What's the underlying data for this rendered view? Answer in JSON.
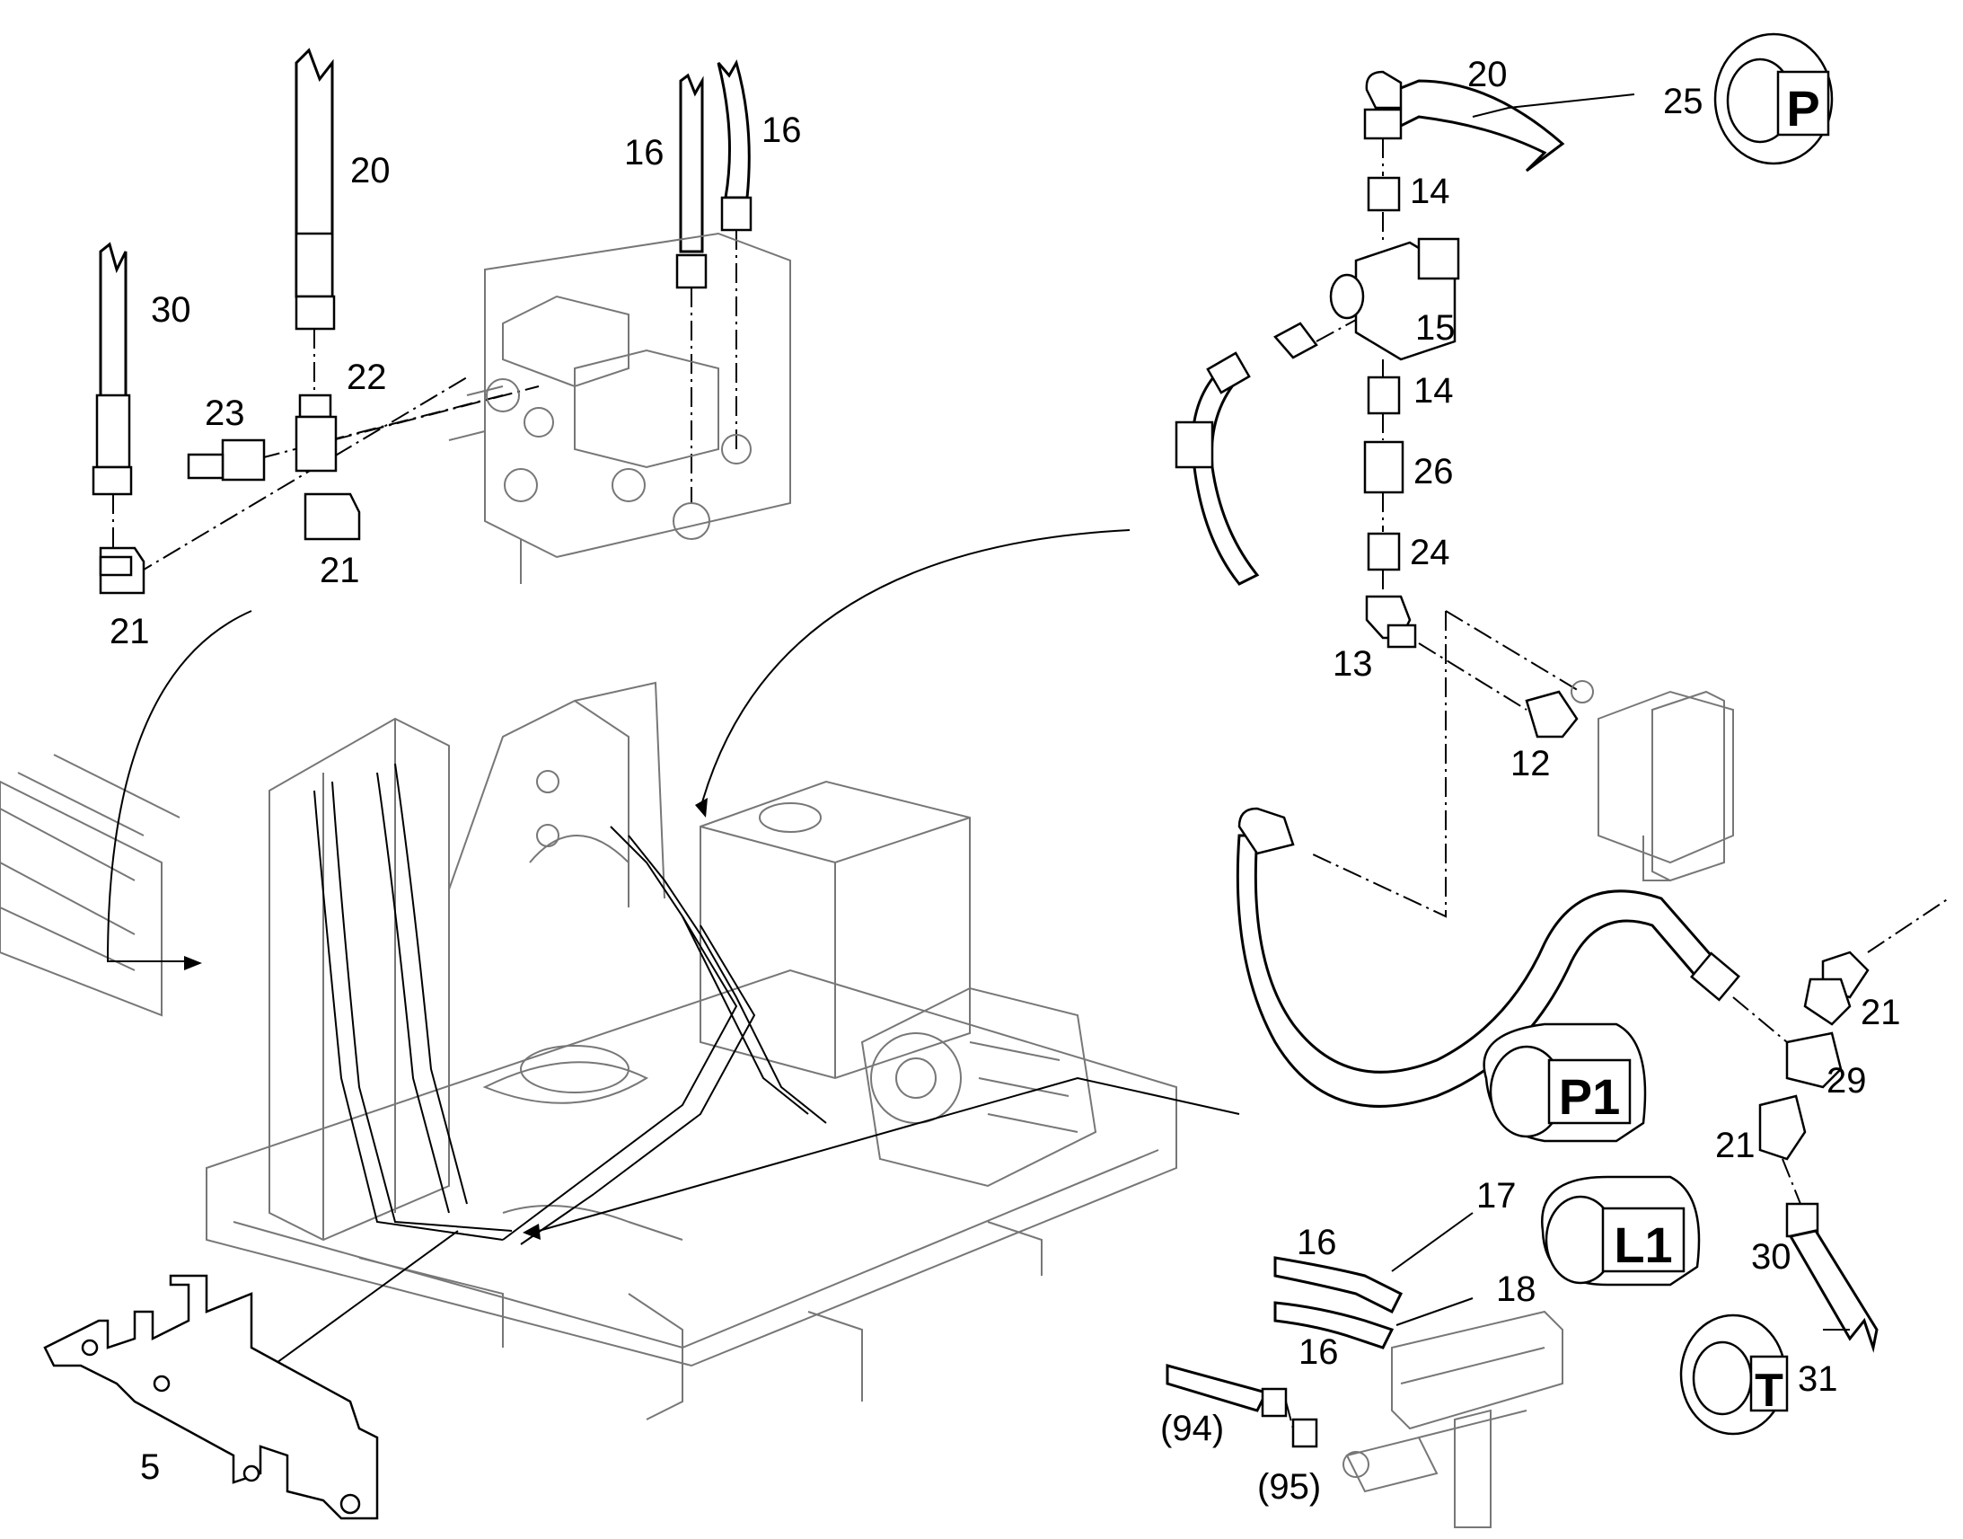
{
  "callouts": [
    {
      "id": "c20a",
      "text": "20"
    },
    {
      "id": "c16a",
      "text": "16"
    },
    {
      "id": "c16b",
      "text": "16"
    },
    {
      "id": "c30a",
      "text": "30"
    },
    {
      "id": "c22",
      "text": "22"
    },
    {
      "id": "c23",
      "text": "23"
    },
    {
      "id": "c21a",
      "text": "21"
    },
    {
      "id": "c21b",
      "text": "21"
    },
    {
      "id": "c20b",
      "text": "20"
    },
    {
      "id": "c25",
      "text": "25"
    },
    {
      "id": "c14a",
      "text": "14"
    },
    {
      "id": "c15",
      "text": "15"
    },
    {
      "id": "c14b",
      "text": "14"
    },
    {
      "id": "c26",
      "text": "26"
    },
    {
      "id": "c24",
      "text": "24"
    },
    {
      "id": "c13",
      "text": "13"
    },
    {
      "id": "c12",
      "text": "12"
    },
    {
      "id": "c21c",
      "text": "21"
    },
    {
      "id": "c29",
      "text": "29"
    },
    {
      "id": "c21d",
      "text": "21"
    },
    {
      "id": "c30b",
      "text": "30"
    },
    {
      "id": "c31",
      "text": "31"
    },
    {
      "id": "c17",
      "text": "17"
    },
    {
      "id": "c18",
      "text": "18"
    },
    {
      "id": "c16c",
      "text": "16"
    },
    {
      "id": "c16d",
      "text": "16"
    },
    {
      "id": "c94",
      "text": "(94)"
    },
    {
      "id": "c95",
      "text": "(95)"
    },
    {
      "id": "c5",
      "text": "5"
    }
  ],
  "tags": [
    {
      "id": "tagP",
      "text": "P"
    },
    {
      "id": "tagP1",
      "text": "P1"
    },
    {
      "id": "tagL1",
      "text": "L1"
    },
    {
      "id": "tagT",
      "text": "T"
    }
  ]
}
